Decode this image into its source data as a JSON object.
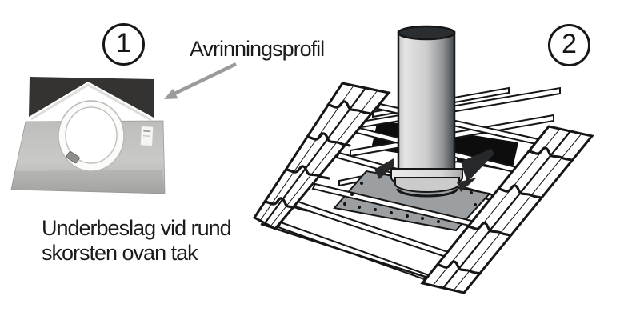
{
  "steps": [
    {
      "number": "1",
      "label": "Avrinningsprofil",
      "caption_line1": "Underbeslag vid rund",
      "caption_line2": "skorsten ovan tak"
    },
    {
      "number": "2"
    }
  ],
  "icons": {
    "arrow": "arrow-down-left",
    "photo": "underbeslag-product-photo",
    "illustration": "chimney-on-tile-roof-illustration"
  },
  "colors": {
    "text": "#1b1b1b",
    "line": "#161616",
    "arrow": "#9b9b9b",
    "flashing_dark": "#343331",
    "flashing_edge_highlight": "#dedddb",
    "plate_photo": "#bcbcba",
    "clamp_white": "#fbfbf9",
    "roof_opening": "#0d0d0d",
    "base_plate": "#9c9fa1",
    "pipe_top": "#2a2e31",
    "bracket": "#26282a",
    "tile_white": "#ffffff"
  }
}
